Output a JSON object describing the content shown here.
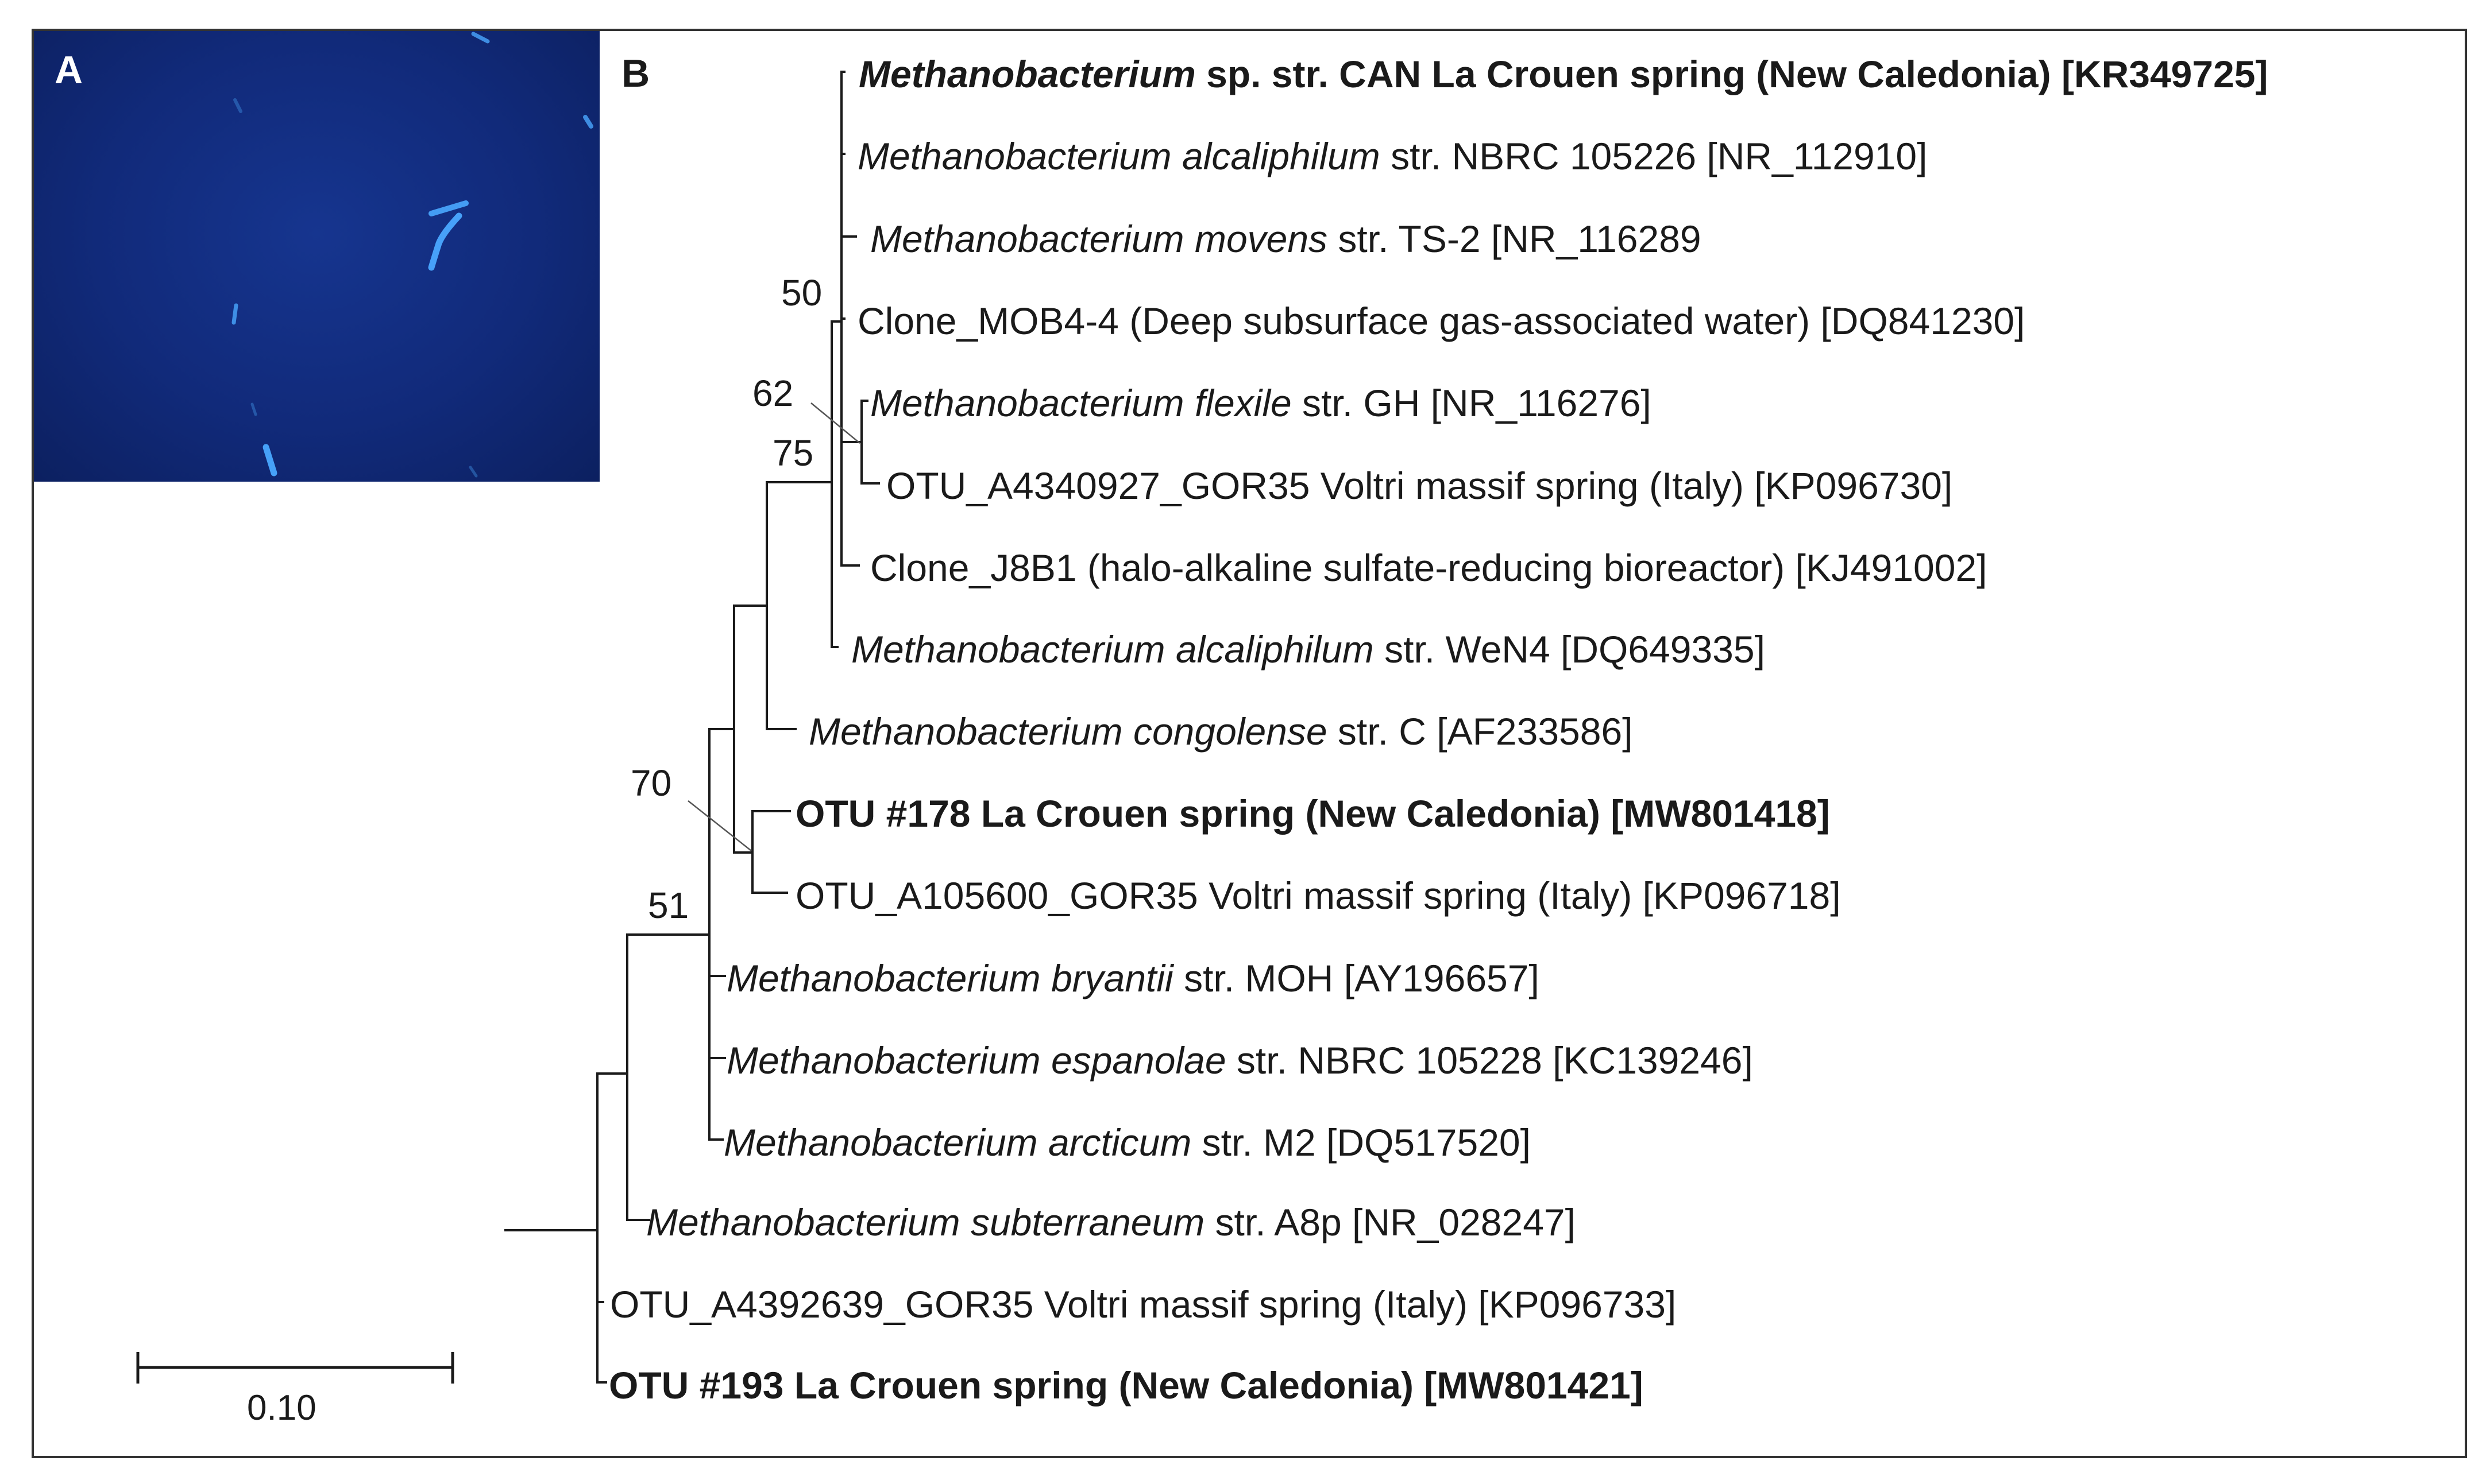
{
  "panels": {
    "a": "A",
    "b": "B"
  },
  "taxa": [
    {
      "id": "t1",
      "species": "Methanobacterium",
      "rest": " sp. str. CAN La Crouen spring (New Caledonia) [KR349725]",
      "bold": true
    },
    {
      "id": "t2",
      "species": "Methanobacterium alcaliphilum",
      "rest": " str. NBRC 105226 [NR_112910]",
      "bold": false
    },
    {
      "id": "t3",
      "species": "Methanobacterium movens",
      "rest": " str. TS-2 [NR_116289",
      "bold": false
    },
    {
      "id": "t4",
      "species": "",
      "rest": "Clone_MOB4-4 (Deep subsurface gas-associated water) [DQ841230]",
      "bold": false
    },
    {
      "id": "t5",
      "species": "Methanobacterium flexile",
      "rest": " str. GH [NR_116276]",
      "bold": false
    },
    {
      "id": "t6",
      "species": "",
      "rest": "OTU_A4340927_GOR35 Voltri massif spring (Italy) [KP096730]",
      "bold": false
    },
    {
      "id": "t7",
      "species": "",
      "rest": "Clone_J8B1 (halo-alkaline sulfate-reducing bioreactor) [KJ491002]",
      "bold": false
    },
    {
      "id": "t8",
      "species": "Methanobacterium alcaliphilum",
      "rest": " str. WeN4 [DQ649335]",
      "bold": false
    },
    {
      "id": "t9",
      "species": "Methanobacterium congolense",
      "rest": " str. C [AF233586]",
      "bold": false
    },
    {
      "id": "t10",
      "species": "",
      "rest": "OTU #178 La Crouen spring (New Caledonia) [MW801418]",
      "bold": true
    },
    {
      "id": "t11",
      "species": "",
      "rest": "OTU_A105600_GOR35 Voltri massif spring (Italy) [KP096718]",
      "bold": false
    },
    {
      "id": "t12",
      "species": "Methanobacterium bryantii",
      "rest": " str. MOH [AY196657]",
      "bold": false
    },
    {
      "id": "t13",
      "species": "Methanobacterium espanolae",
      "rest": " str. NBRC 105228 [KC139246]",
      "bold": false
    },
    {
      "id": "t14",
      "species": "Methanobacterium arcticum",
      "rest": " str. M2 [DQ517520]",
      "bold": false
    },
    {
      "id": "t15",
      "species": "Methanobacterium subterraneum",
      "rest": " str. A8p [NR_028247]",
      "bold": false
    },
    {
      "id": "t16",
      "species": "",
      "rest": "OTU_A4392639_GOR35 Voltri massif spring (Italy) [KP096733]",
      "bold": false
    },
    {
      "id": "t17",
      "species": "",
      "rest": "OTU #193 La Crouen spring (New Caledonia) [MW801421]",
      "bold": true
    }
  ],
  "bootstrap": {
    "b50": "50",
    "b62": "62",
    "b75": "75",
    "b70": "70",
    "b51": "51"
  },
  "scale_bar": {
    "label": "0.10",
    "value": 0.1
  },
  "colors": {
    "micrograph_bg": "#112a7a",
    "cells": "#4aa8ff",
    "lines": "#1a1a1a"
  }
}
